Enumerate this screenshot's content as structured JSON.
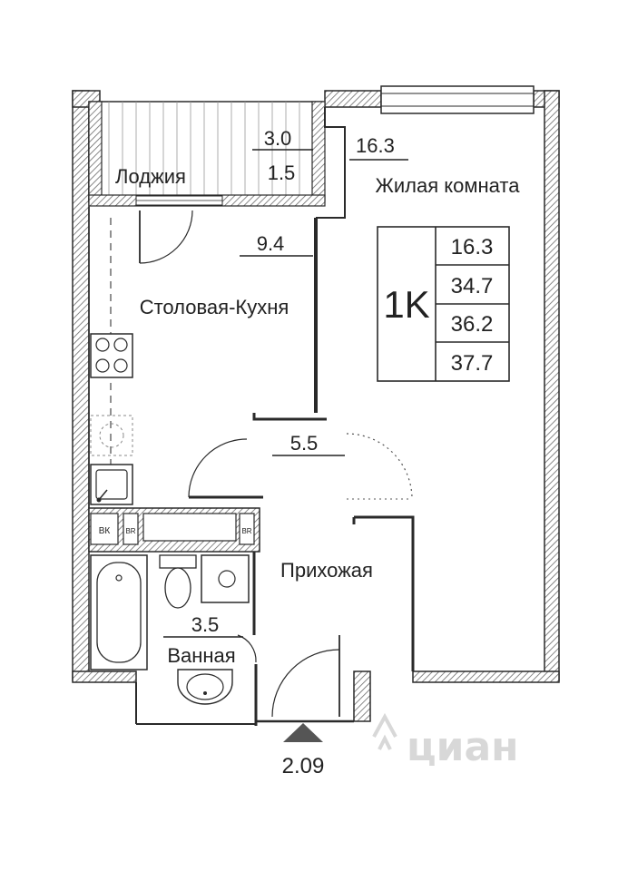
{
  "rooms": {
    "loggia": {
      "name": "Лоджия",
      "area_full": "3.0",
      "area_reduced": "1.5"
    },
    "living": {
      "name": "Жилая комната",
      "area": "16.3"
    },
    "kitchen": {
      "name": "Столовая-Кухня",
      "area": "9.4"
    },
    "hall": {
      "name": "Прихожая",
      "area": "5.5"
    },
    "bath": {
      "name": "Ванная",
      "area": "3.5"
    }
  },
  "summary": {
    "type": "1K",
    "values": [
      "16.3",
      "34.7",
      "36.2",
      "37.7"
    ]
  },
  "ceiling_height": "2.09",
  "vent_labels": {
    "bk": "ВК",
    "vr1": "ВR",
    "vr2": "ВR"
  },
  "watermark": "циан",
  "colors": {
    "wall": "#2a2a2a",
    "hatch": "#6a6a6a",
    "line": "#333333",
    "watermark": "#d8d8d8"
  }
}
